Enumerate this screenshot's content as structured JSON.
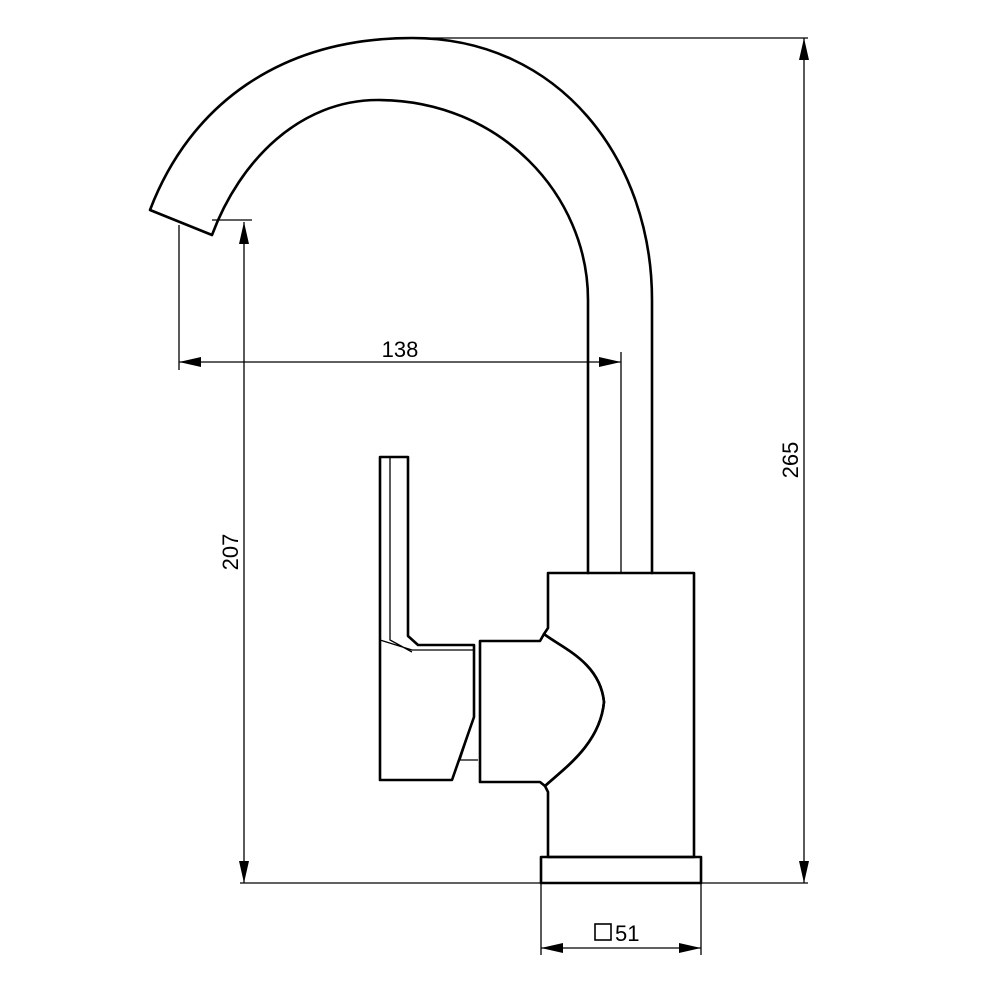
{
  "drawing": {
    "dimensions": {
      "spout_reach": "138",
      "spout_height": "207",
      "total_height": "265",
      "base_size": "51"
    },
    "base_size_symbol": "square"
  }
}
